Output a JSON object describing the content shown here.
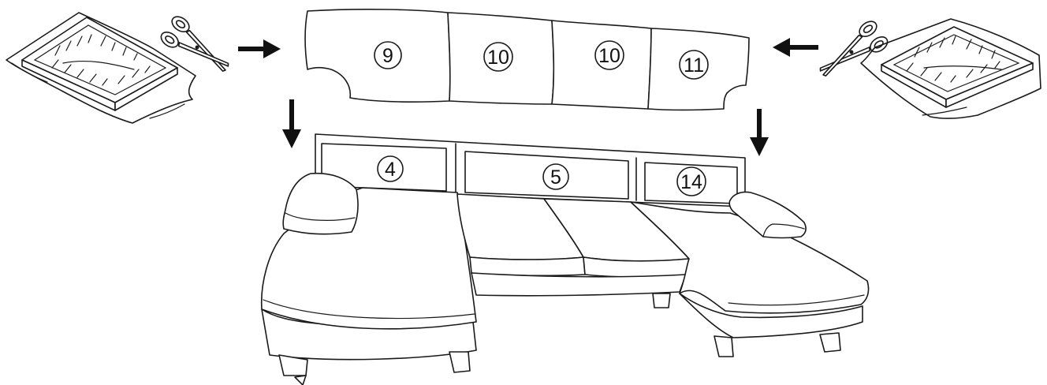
{
  "colors": {
    "line": "#1a1a1a",
    "background": "#ffffff"
  },
  "diagram": {
    "back_cushion_labels": [
      "9",
      "10",
      "10",
      "11"
    ],
    "backrest_panel_labels": [
      "4",
      "5",
      "14"
    ],
    "icons": [
      "foam-pad-icon",
      "scissors-icon",
      "arrow-right-icon",
      "arrow-left-icon",
      "arrow-down-icon",
      "sofa-icon"
    ]
  }
}
